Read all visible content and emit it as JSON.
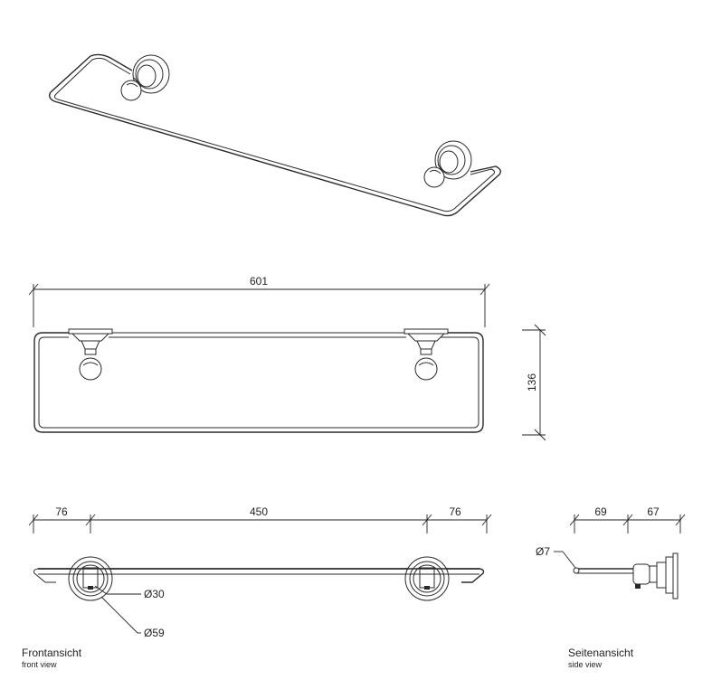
{
  "dimensions": {
    "overall_width": "601",
    "overall_height": "136",
    "left_offset": "76",
    "bracket_spacing": "450",
    "right_offset": "76",
    "side_depth_1": "69",
    "side_depth_2": "67",
    "rail_diameter": "Ø7",
    "inner_diameter": "Ø30",
    "outer_diameter": "Ø59"
  },
  "captions": {
    "front_de": "Frontansicht",
    "front_en": "front view",
    "side_de": "Seitenansicht",
    "side_en": "side view"
  }
}
